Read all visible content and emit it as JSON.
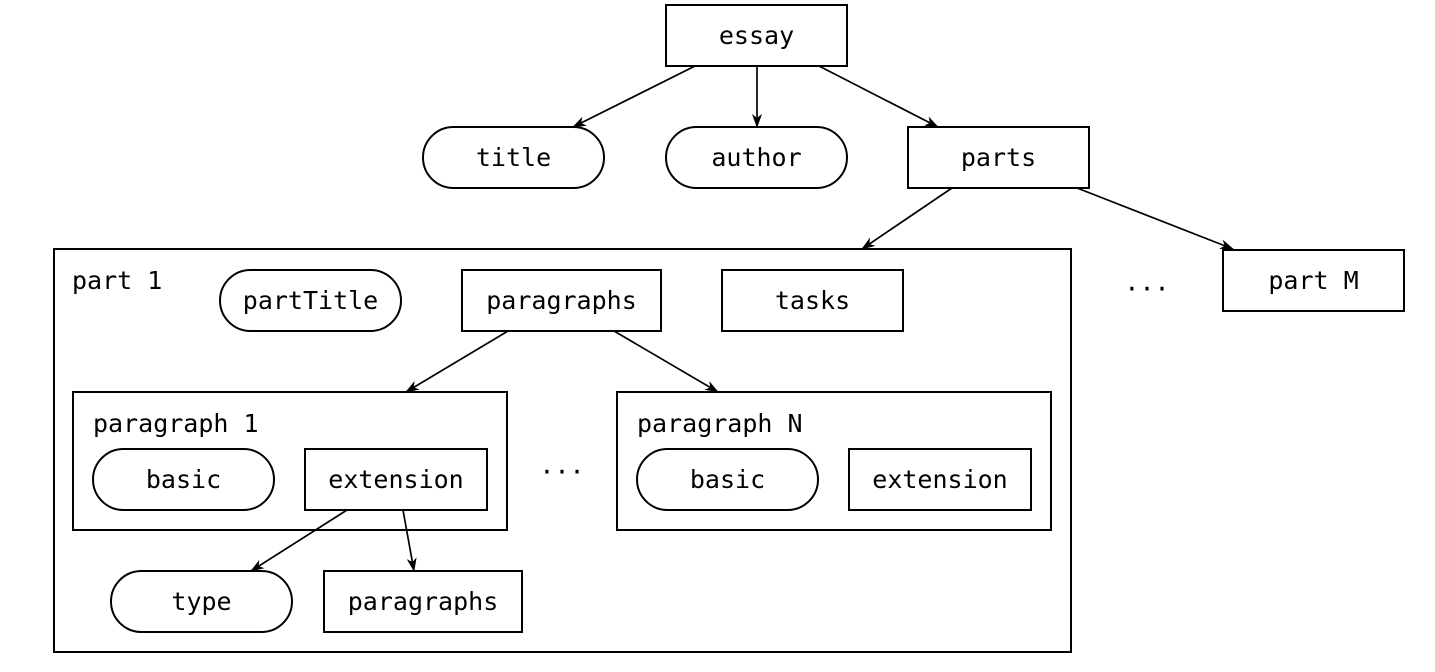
{
  "nodes": {
    "essay": "essay",
    "title": "title",
    "author": "author",
    "parts": "parts",
    "part_m": "part M",
    "parts_ellipsis": "...",
    "part1": {
      "label": "part 1",
      "part_title": "partTitle",
      "paragraphs": "paragraphs",
      "tasks": "tasks",
      "paragraph_ellipsis": "...",
      "paragraph1": {
        "label": "paragraph 1",
        "basic": "basic",
        "extension": "extension",
        "type": "type",
        "sub_paragraphs": "paragraphs"
      },
      "paragraph_n": {
        "label": "paragraph N",
        "basic": "basic",
        "extension": "extension"
      }
    }
  },
  "colors": {
    "stroke": "#000000",
    "fill": "#ffffff"
  }
}
